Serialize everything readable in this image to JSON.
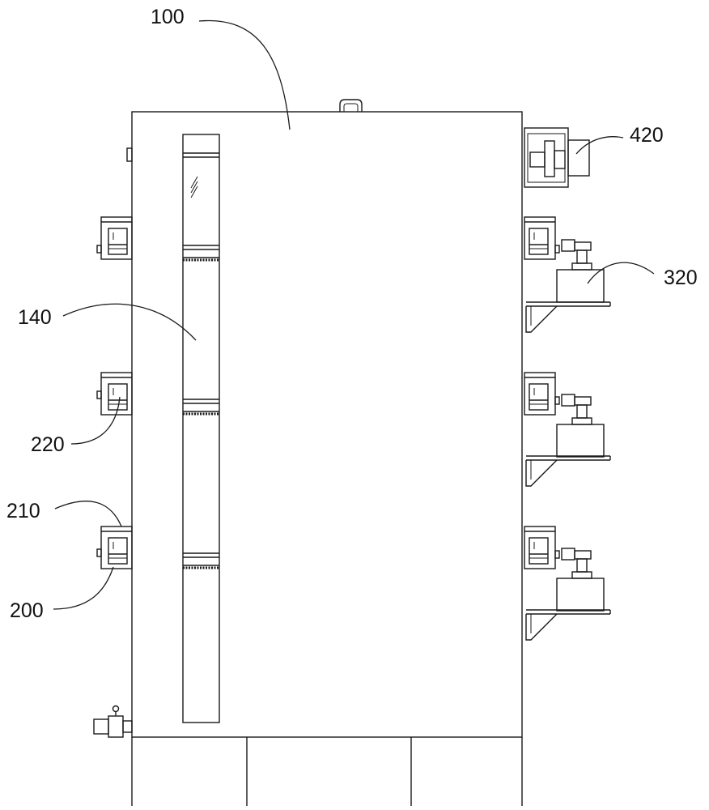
{
  "labels": {
    "l100": "100",
    "l420": "420",
    "l320": "320",
    "l140": "140",
    "l220": "220",
    "l210": "210",
    "l200": "200"
  }
}
